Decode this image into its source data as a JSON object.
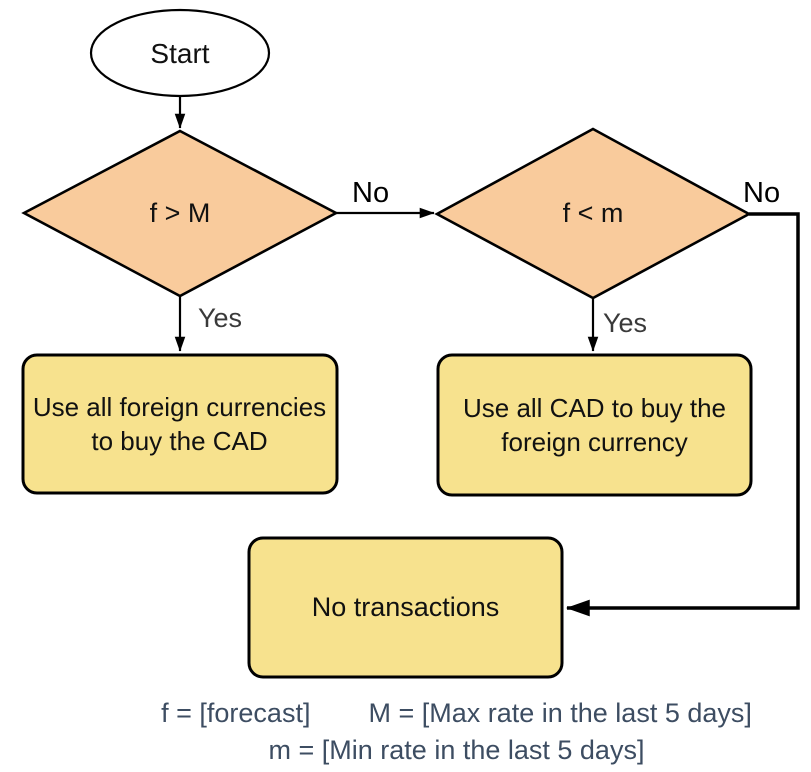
{
  "diagram": {
    "type": "flowchart",
    "nodes": {
      "start": {
        "shape": "terminator-ellipse",
        "label": "Start"
      },
      "decision1": {
        "shape": "decision-diamond",
        "label": "f > M"
      },
      "decision2": {
        "shape": "decision-diamond",
        "label": "f < m"
      },
      "action1": {
        "shape": "process-rectangle",
        "label": "Use all foreign currencies to buy the CAD"
      },
      "action2": {
        "shape": "process-rectangle",
        "label": "Use all CAD to buy the foreign currency"
      },
      "action3": {
        "shape": "process-rectangle",
        "label": "No transactions"
      }
    },
    "edges": {
      "start_to_decision1": {
        "label": ""
      },
      "decision1_yes": {
        "label": "Yes",
        "to": "action1"
      },
      "decision1_no": {
        "label": "No",
        "to": "decision2"
      },
      "decision2_yes": {
        "label": "Yes",
        "to": "action2"
      },
      "decision2_no": {
        "label": "No",
        "to": "action3"
      }
    },
    "legend": {
      "line1_part1": "f = [forecast]",
      "line1_part2": "M = [Max rate in the last 5 days]",
      "line2": "m = [Min rate in the last 5 days]"
    },
    "colors": {
      "decision_fill": "#F9CB9C",
      "process_fill": "#F7E28E",
      "terminator_fill": "#FFFFFF",
      "stroke": "#000000",
      "legend_text": "#3D4D62",
      "yes_label_text": "#3A3A3A",
      "background": "#FFFFFF"
    }
  }
}
